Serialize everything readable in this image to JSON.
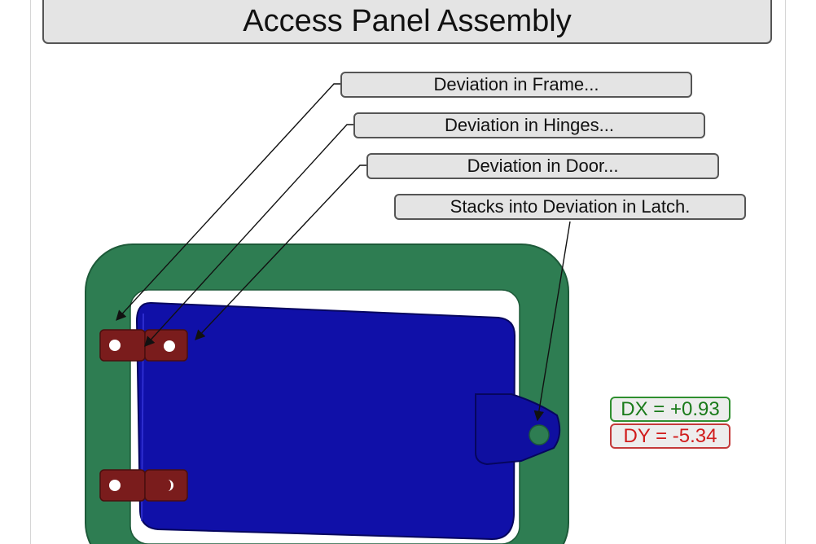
{
  "title": "Access Panel Assembly",
  "callouts": [
    {
      "id": "frame",
      "label": "Deviation in Frame..."
    },
    {
      "id": "hinges",
      "label": "Deviation in Hinges..."
    },
    {
      "id": "door",
      "label": "Deviation in Door..."
    },
    {
      "id": "latch",
      "label": "Stacks into Deviation in Latch."
    }
  ],
  "readouts": {
    "dx": {
      "text": "DX = +0.93",
      "color": "#1a7a1a",
      "border": "#2f8f2f"
    },
    "dy": {
      "text": "DY = -5.34",
      "color": "#d11c1c",
      "border": "#c43a3a"
    }
  },
  "colors": {
    "frame": "#2e7d52",
    "door": "#1010a8",
    "hinge": "#7a1c1c",
    "opening": "#ffffff"
  }
}
